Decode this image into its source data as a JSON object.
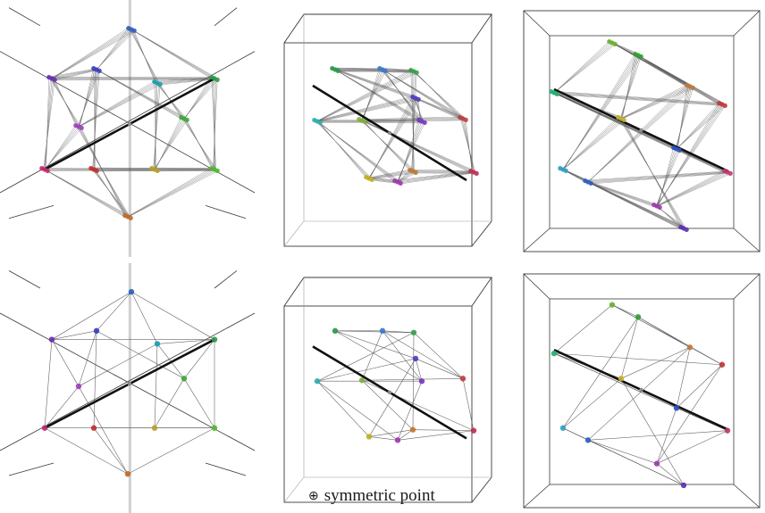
{
  "caption": {
    "symbol": "⊕",
    "text": "symmetric point"
  },
  "colors": {
    "frame": "#3a3a3a",
    "edge": "#555555",
    "axis": "#111111",
    "marker": "#8a8a8a"
  },
  "layout_grid": {
    "rows": 2,
    "cols": 3
  },
  "panels": [
    {
      "row": 0,
      "col": 0,
      "view": "axial",
      "frame": "axes",
      "jitter": true
    },
    {
      "row": 0,
      "col": 1,
      "view": "oblique",
      "frame": "box",
      "jitter": true
    },
    {
      "row": 0,
      "col": 2,
      "view": "top",
      "frame": "box",
      "jitter": true
    },
    {
      "row": 1,
      "col": 0,
      "view": "axial",
      "frame": "axes",
      "jitter": false
    },
    {
      "row": 1,
      "col": 1,
      "view": "oblique",
      "frame": "box",
      "jitter": false
    },
    {
      "row": 1,
      "col": 2,
      "view": "top",
      "frame": "box",
      "jitter": false
    }
  ]
}
